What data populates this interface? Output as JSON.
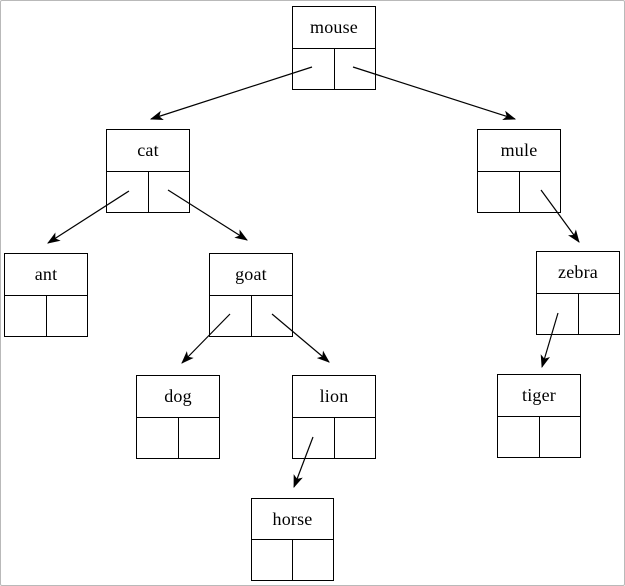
{
  "diagram": {
    "kind": "binary-tree-linked-representation",
    "root": "mouse"
  },
  "nodes": [
    {
      "id": "mouse",
      "label": "mouse",
      "left_child": "cat",
      "right_child": "mule"
    },
    {
      "id": "cat",
      "label": "cat",
      "left_child": "ant",
      "right_child": "goat"
    },
    {
      "id": "mule",
      "label": "mule",
      "left_child": null,
      "right_child": "zebra"
    },
    {
      "id": "ant",
      "label": "ant",
      "left_child": null,
      "right_child": null
    },
    {
      "id": "goat",
      "label": "goat",
      "left_child": "dog",
      "right_child": "lion"
    },
    {
      "id": "zebra",
      "label": "zebra",
      "left_child": "tiger",
      "right_child": null
    },
    {
      "id": "dog",
      "label": "dog",
      "left_child": null,
      "right_child": null
    },
    {
      "id": "lion",
      "label": "lion",
      "left_child": "horse",
      "right_child": null
    },
    {
      "id": "tiger",
      "label": "tiger",
      "left_child": null,
      "right_child": null
    },
    {
      "id": "horse",
      "label": "horse",
      "left_child": null,
      "right_child": null
    }
  ],
  "edges": [
    {
      "from": "mouse",
      "pointer": "left",
      "to": "cat"
    },
    {
      "from": "mouse",
      "pointer": "right",
      "to": "mule"
    },
    {
      "from": "cat",
      "pointer": "left",
      "to": "ant"
    },
    {
      "from": "cat",
      "pointer": "right",
      "to": "goat"
    },
    {
      "from": "mule",
      "pointer": "right",
      "to": "zebra"
    },
    {
      "from": "goat",
      "pointer": "left",
      "to": "dog"
    },
    {
      "from": "goat",
      "pointer": "right",
      "to": "lion"
    },
    {
      "from": "zebra",
      "pointer": "left",
      "to": "tiger"
    },
    {
      "from": "lion",
      "pointer": "left",
      "to": "horse"
    }
  ],
  "colors": {
    "line": "#000000",
    "background": "#ffffff",
    "frame_border": "#b9b9b9"
  }
}
